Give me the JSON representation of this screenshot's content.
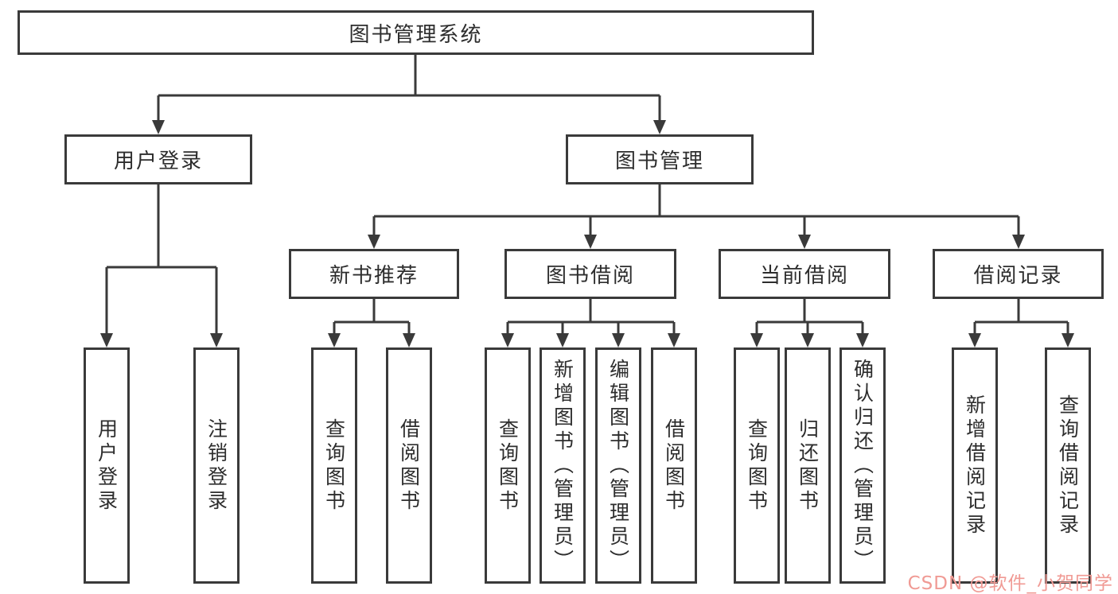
{
  "root": {
    "label": "图书管理系统"
  },
  "level2": [
    {
      "label": "用户登录"
    },
    {
      "label": "图书管理"
    }
  ],
  "level3": [
    {
      "label": "新书推荐"
    },
    {
      "label": "图书借阅"
    },
    {
      "label": "当前借阅"
    },
    {
      "label": "借阅记录"
    }
  ],
  "leaves": [
    {
      "label": "用户登录"
    },
    {
      "label": "注销登录"
    },
    {
      "label": "查询图书"
    },
    {
      "label": "借阅图书"
    },
    {
      "label": "查询图书"
    },
    {
      "label": "新增图书（管理员）"
    },
    {
      "label": "编辑图书（管理员）"
    },
    {
      "label": "借阅图书"
    },
    {
      "label": "查询图书"
    },
    {
      "label": "归还图书"
    },
    {
      "label": "确认归还（管理员）"
    },
    {
      "label": "新增借阅记录"
    },
    {
      "label": "查询借阅记录"
    }
  ],
  "watermark": {
    "text": "CSDN @软件_小贺同学",
    "color": "#f09a94"
  },
  "colors": {
    "line": "#3a3a3a",
    "text": "#2d2d2d",
    "background": "#ffffff"
  }
}
